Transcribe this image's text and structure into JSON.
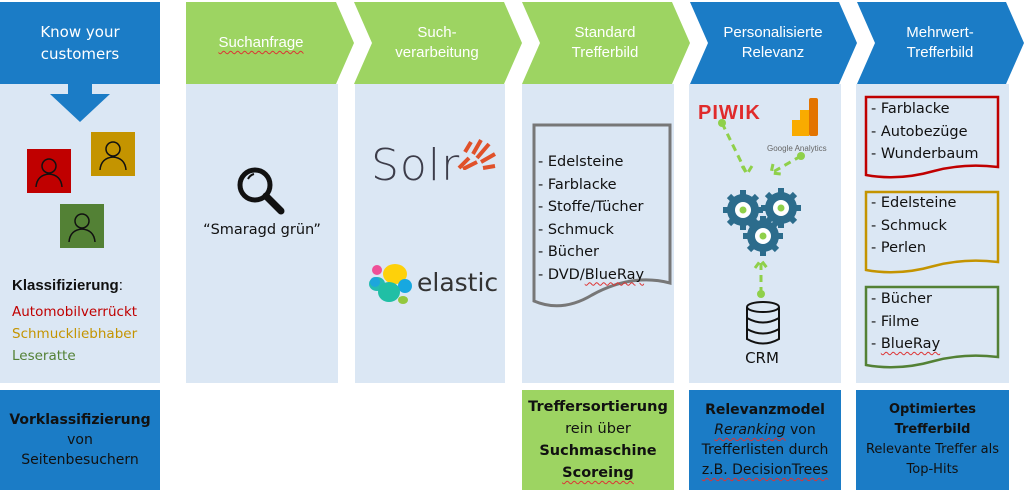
{
  "colors": {
    "blue": "#1b7cc6",
    "green": "#9dd462",
    "panel": "#dbe7f4",
    "red": "#c00000",
    "gold": "#c49400",
    "dark_green": "#538135"
  },
  "columns": [
    {
      "title_lines": [
        "Know your",
        "customers"
      ],
      "body": {
        "arrow_icon": "down-arrow",
        "persons": [
          "red-person-icon",
          "gold-person-icon",
          "green-person-icon"
        ],
        "classification_label": "Klassifizierung",
        "classification_colon": ":",
        "classes": [
          {
            "label": "Automobilverrückt",
            "color": "#c00000"
          },
          {
            "label": "Schmuckliebhaber",
            "color": "#c49400"
          },
          {
            "label": "Leseratte",
            "color": "#538135"
          }
        ]
      },
      "footer": {
        "bold": "Vorklassifizierung",
        "lines": [
          "von",
          "Seitenbesuchern"
        ]
      }
    },
    {
      "title_lines": [
        "Suchanfrage"
      ],
      "body": {
        "icon": "magnifier",
        "query": "“Smaragd grün”"
      }
    },
    {
      "title_lines": [
        "Such-",
        "verarbeitung"
      ],
      "body": {
        "logos": [
          "Solr",
          "elastic"
        ]
      }
    },
    {
      "title_lines": [
        "Standard",
        "Trefferbild"
      ],
      "body": {
        "items": [
          "- Edelsteine",
          "- Farblacke",
          "- Stoffe/Tücher",
          "- Schmuck",
          "- Bücher",
          "- DVD/BlueRay"
        ]
      },
      "footer": {
        "line1_bold": "Treffersortierung",
        "line2": "rein über",
        "line3_bold": "Suchmaschine",
        "line4_bold": "Scoreing"
      }
    },
    {
      "title_lines": [
        "Personalisierte",
        "Relevanz"
      ],
      "body": {
        "sources": [
          "PIWIK",
          "Google Analytics"
        ],
        "db_label": "CRM"
      },
      "footer": {
        "bold": "Relevanzmodel",
        "italic": "Reranking",
        "rest1": " von",
        "line2": "Trefferlisten durch",
        "line3": "z.B. DecisionTrees"
      }
    },
    {
      "title_lines": [
        "Mehrwert-",
        "Trefferbild"
      ],
      "body": {
        "groups": [
          {
            "color": "#c00000",
            "items": [
              "- Farblacke",
              "- Autobezüge",
              "- Wunderbaum"
            ]
          },
          {
            "color": "#c49400",
            "items": [
              "- Edelsteine",
              "- Schmuck",
              "- Perlen"
            ]
          },
          {
            "color": "#538135",
            "items": [
              "- Bücher",
              "- Filme",
              "- BlueRay"
            ]
          }
        ]
      },
      "footer": {
        "bold1": "Optimiertes",
        "bold2": "Trefferbild",
        "line3": "Relevante Treffer als",
        "line4": "Top-Hits"
      }
    }
  ]
}
